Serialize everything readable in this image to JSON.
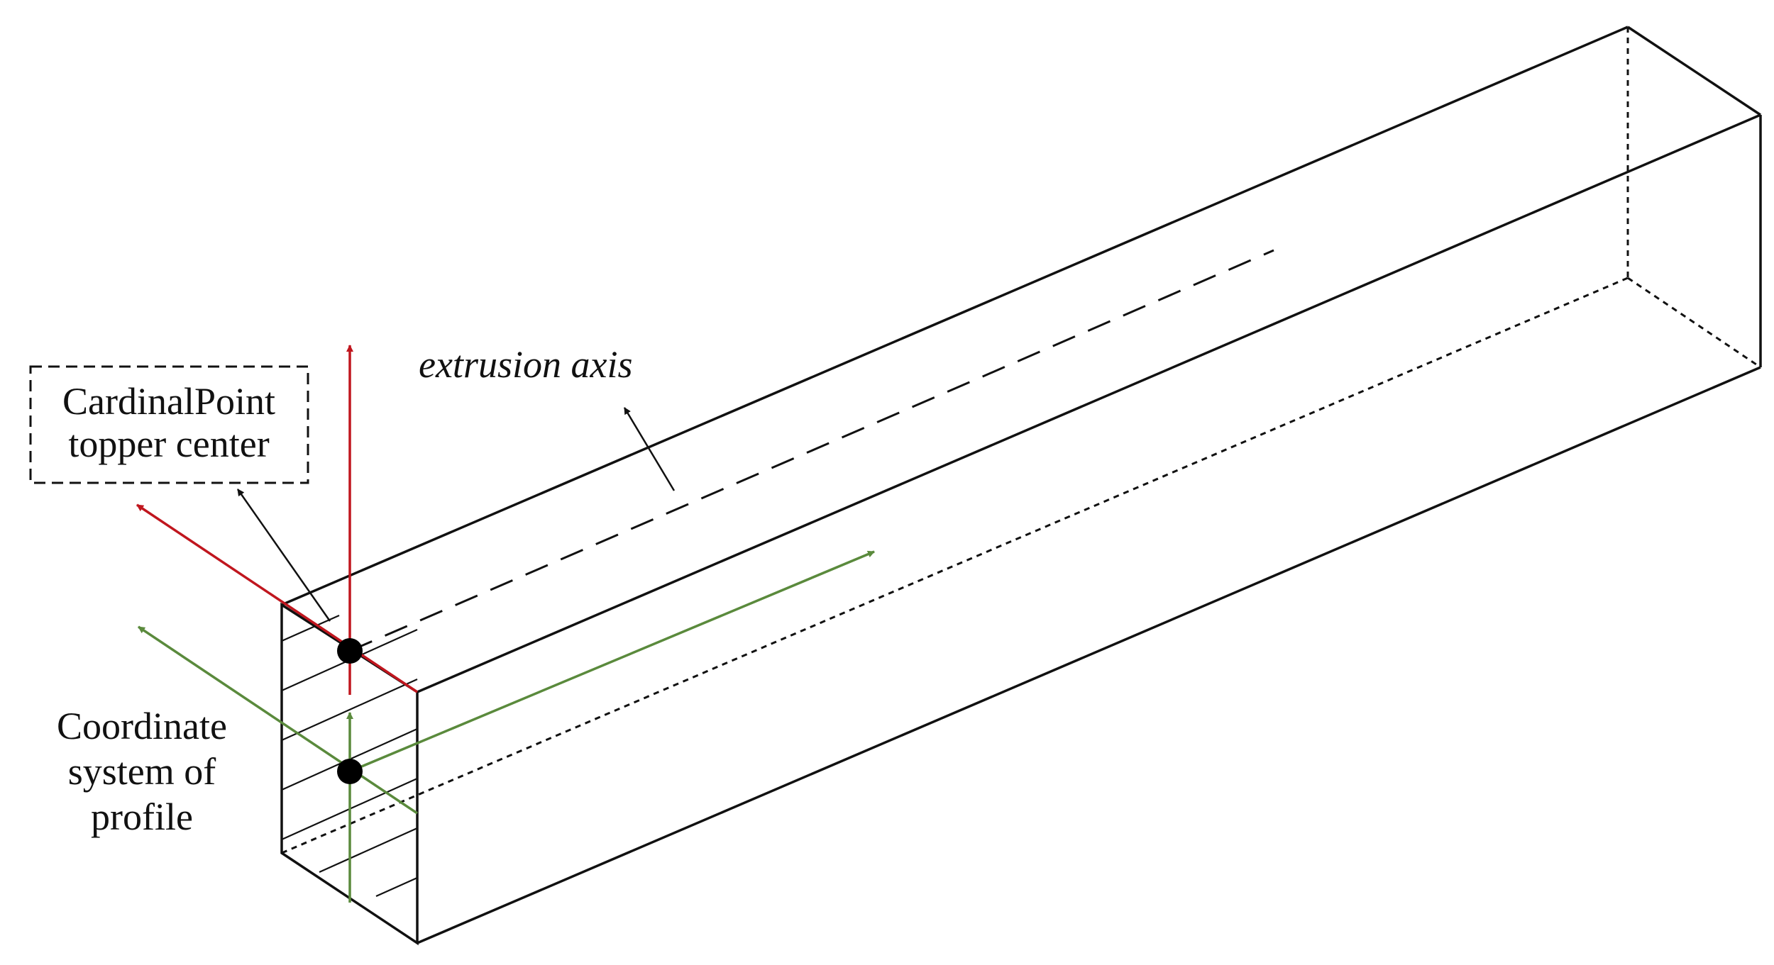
{
  "labels": {
    "extrusion_axis": "extrusion axis",
    "cardinal_point_line1": "CardinalPoint",
    "cardinal_point_line2": "topper center",
    "coordinate_line1": "Coordinate",
    "coordinate_line2": "system of",
    "coordinate_line3": "profile"
  },
  "colors": {
    "outline": "#111111",
    "cardinal_axes": "#c0161e",
    "profile_axes": "#5a8a3c"
  }
}
